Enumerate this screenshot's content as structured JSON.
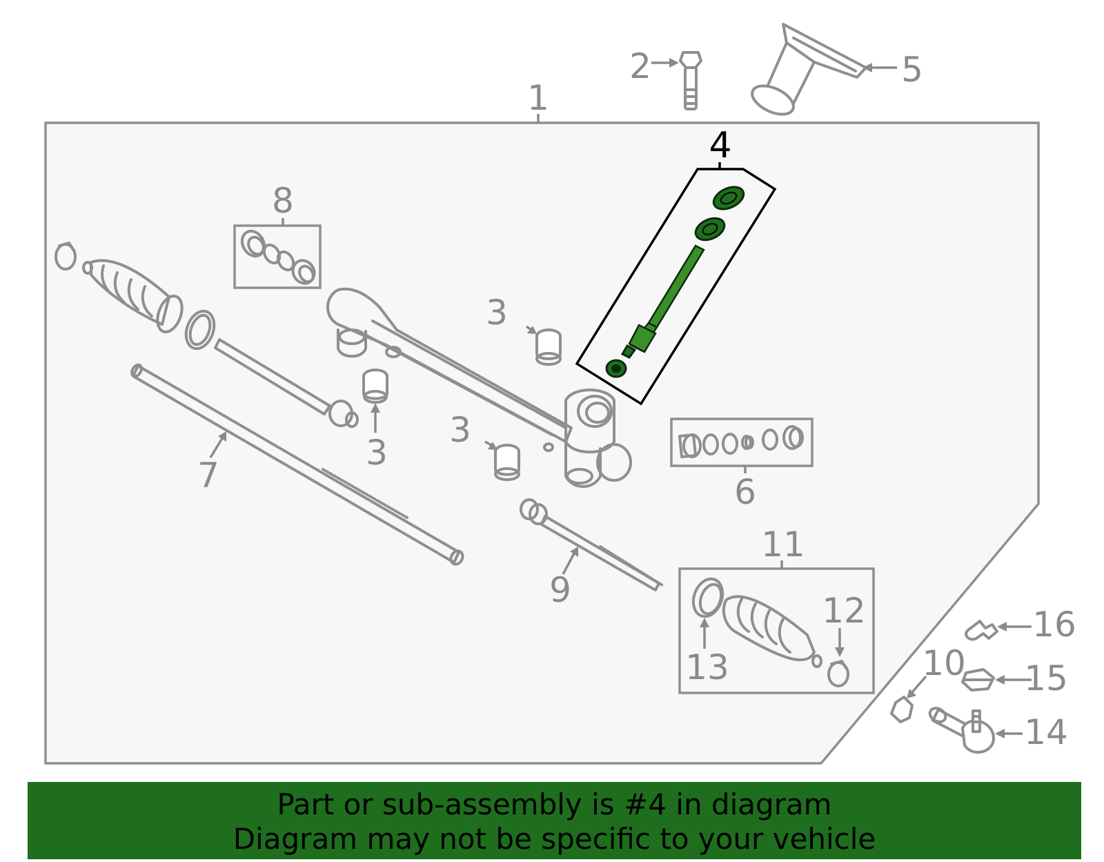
{
  "callouts": {
    "c1": "1",
    "c2": "2",
    "c3a": "3",
    "c3b": "3",
    "c3c": "3",
    "c4": "4",
    "c5": "5",
    "c6": "6",
    "c7": "7",
    "c8": "8",
    "c9": "9",
    "c10": "10",
    "c11": "11",
    "c12": "12",
    "c13": "13",
    "c14": "14",
    "c15": "15",
    "c16": "16"
  },
  "highlighted_part": "4",
  "colors": {
    "highlight": "#1e6e1e",
    "outline": "#8f8f8f",
    "panel": "#f7f7f7"
  },
  "banner": {
    "line1": "Part or sub-assembly is #4 in diagram",
    "line2": "Diagram may not be specific to your vehicle"
  }
}
